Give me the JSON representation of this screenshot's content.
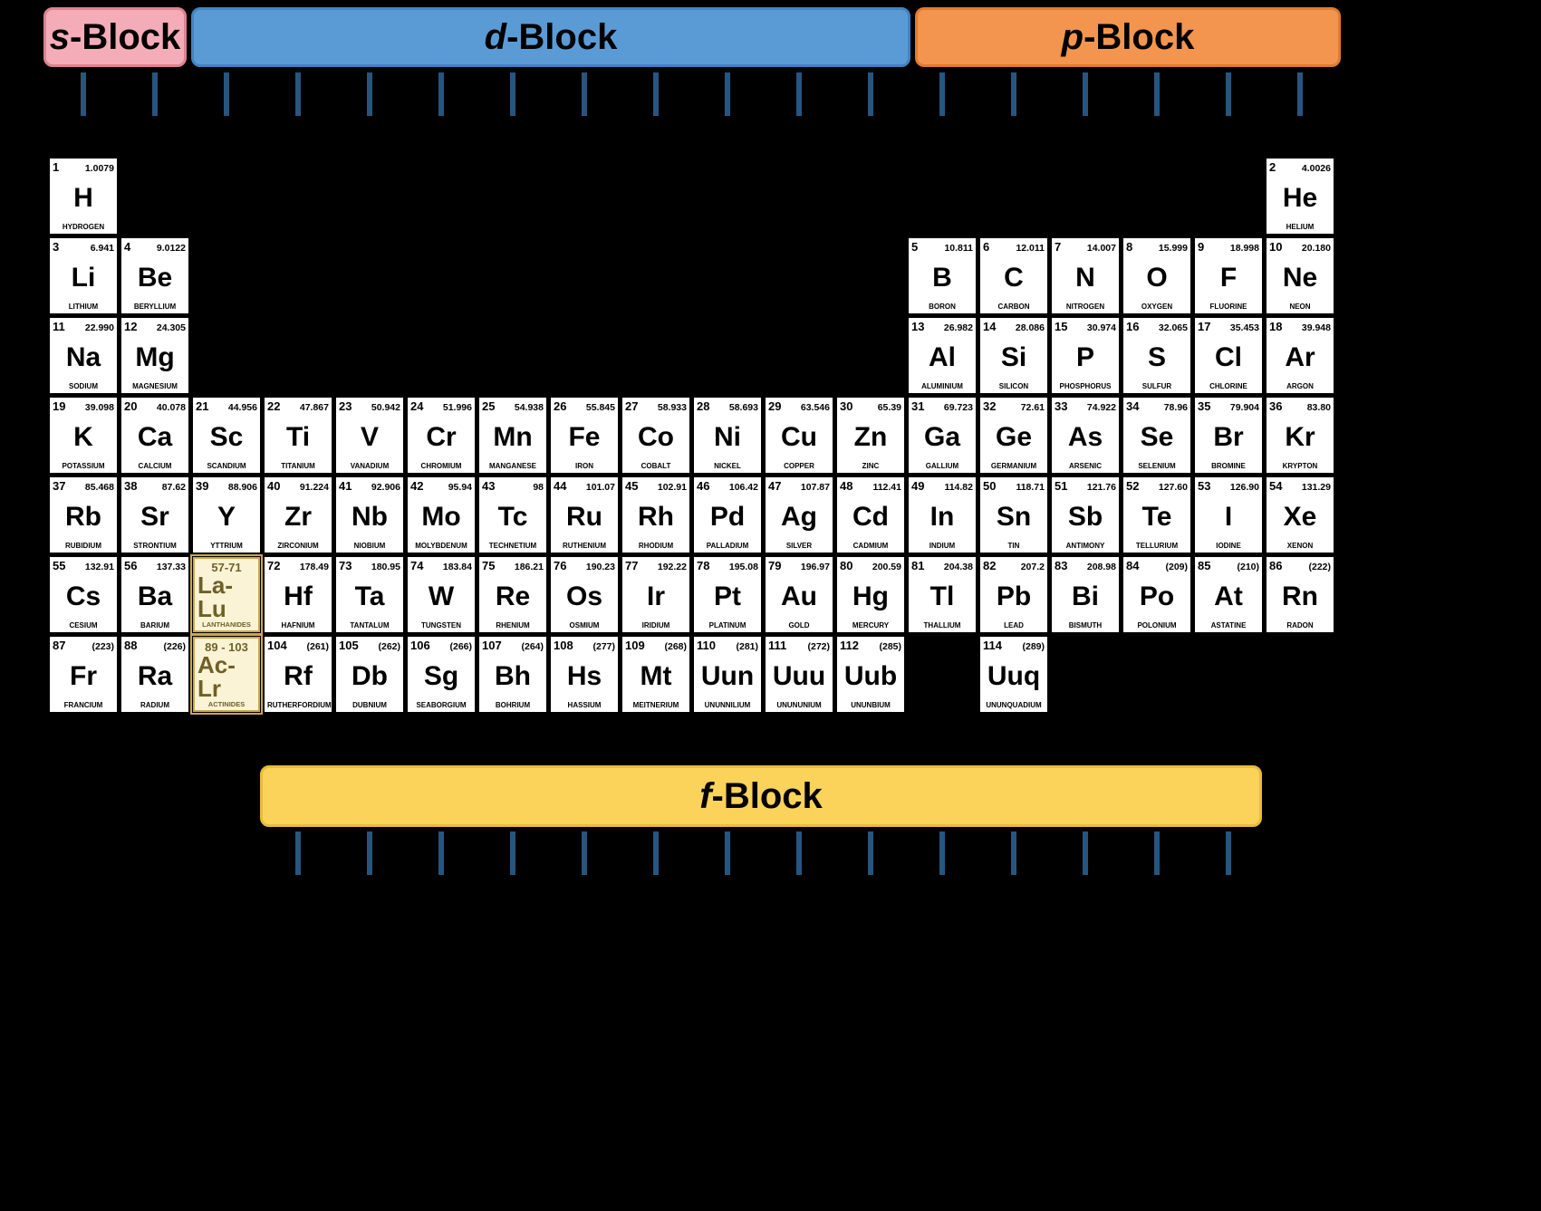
{
  "blocks": {
    "s": {
      "letter": "s",
      "suffix": "-Block"
    },
    "d": {
      "letter": "d",
      "suffix": "-Block"
    },
    "p": {
      "letter": "p",
      "suffix": "-Block"
    },
    "f": {
      "letter": "f",
      "suffix": "-Block"
    }
  },
  "ticks": {
    "top_count": 18,
    "f_block_count": 14
  },
  "colors": {
    "page_bg": "#000000",
    "s_fill": "#f4adb8",
    "s_border": "#dd8391",
    "d_fill": "#5b9bd5",
    "d_border": "#4284c0",
    "p_fill": "#f3954f",
    "p_border": "#e07c2e",
    "f_fill": "#fbd35b",
    "f_border": "#e9bd3a",
    "tick": "#26567f",
    "cell_bg": "#ffffff",
    "special_bg": "#fbf3d5",
    "special_border": "#cfa64c",
    "special_text": "#6f6126"
  },
  "special_cells": [
    {
      "range": "57-71",
      "sym": "La-Lu",
      "name": "LANTHANIDES",
      "period": 6,
      "group": 3
    },
    {
      "range": "89 - 103",
      "sym": "Ac-Lr",
      "name": "ACTINIDES",
      "period": 7,
      "group": 3
    }
  ],
  "elements": [
    {
      "n": "1",
      "mass": "1.0079",
      "sym": "H",
      "name": "HYDROGEN",
      "period": 1,
      "group": 1
    },
    {
      "n": "2",
      "mass": "4.0026",
      "sym": "He",
      "name": "HELIUM",
      "period": 1,
      "group": 18
    },
    {
      "n": "3",
      "mass": "6.941",
      "sym": "Li",
      "name": "LITHIUM",
      "period": 2,
      "group": 1
    },
    {
      "n": "4",
      "mass": "9.0122",
      "sym": "Be",
      "name": "BERYLLIUM",
      "period": 2,
      "group": 2
    },
    {
      "n": "5",
      "mass": "10.811",
      "sym": "B",
      "name": "BORON",
      "period": 2,
      "group": 13
    },
    {
      "n": "6",
      "mass": "12.011",
      "sym": "C",
      "name": "CARBON",
      "period": 2,
      "group": 14
    },
    {
      "n": "7",
      "mass": "14.007",
      "sym": "N",
      "name": "NITROGEN",
      "period": 2,
      "group": 15
    },
    {
      "n": "8",
      "mass": "15.999",
      "sym": "O",
      "name": "OXYGEN",
      "period": 2,
      "group": 16
    },
    {
      "n": "9",
      "mass": "18.998",
      "sym": "F",
      "name": "FLUORINE",
      "period": 2,
      "group": 17
    },
    {
      "n": "10",
      "mass": "20.180",
      "sym": "Ne",
      "name": "NEON",
      "period": 2,
      "group": 18
    },
    {
      "n": "11",
      "mass": "22.990",
      "sym": "Na",
      "name": "SODIUM",
      "period": 3,
      "group": 1
    },
    {
      "n": "12",
      "mass": "24.305",
      "sym": "Mg",
      "name": "MAGNESIUM",
      "period": 3,
      "group": 2
    },
    {
      "n": "13",
      "mass": "26.982",
      "sym": "Al",
      "name": "ALUMINIUM",
      "period": 3,
      "group": 13
    },
    {
      "n": "14",
      "mass": "28.086",
      "sym": "Si",
      "name": "SILICON",
      "period": 3,
      "group": 14
    },
    {
      "n": "15",
      "mass": "30.974",
      "sym": "P",
      "name": "PHOSPHORUS",
      "period": 3,
      "group": 15
    },
    {
      "n": "16",
      "mass": "32.065",
      "sym": "S",
      "name": "SULFUR",
      "period": 3,
      "group": 16
    },
    {
      "n": "17",
      "mass": "35.453",
      "sym": "Cl",
      "name": "CHLORINE",
      "period": 3,
      "group": 17
    },
    {
      "n": "18",
      "mass": "39.948",
      "sym": "Ar",
      "name": "ARGON",
      "period": 3,
      "group": 18
    },
    {
      "n": "19",
      "mass": "39.098",
      "sym": "K",
      "name": "POTASSIUM",
      "period": 4,
      "group": 1
    },
    {
      "n": "20",
      "mass": "40.078",
      "sym": "Ca",
      "name": "CALCIUM",
      "period": 4,
      "group": 2
    },
    {
      "n": "21",
      "mass": "44.956",
      "sym": "Sc",
      "name": "SCANDIUM",
      "period": 4,
      "group": 3
    },
    {
      "n": "22",
      "mass": "47.867",
      "sym": "Ti",
      "name": "TITANIUM",
      "period": 4,
      "group": 4
    },
    {
      "n": "23",
      "mass": "50.942",
      "sym": "V",
      "name": "VANADIUM",
      "period": 4,
      "group": 5
    },
    {
      "n": "24",
      "mass": "51.996",
      "sym": "Cr",
      "name": "CHROMIUM",
      "period": 4,
      "group": 6
    },
    {
      "n": "25",
      "mass": "54.938",
      "sym": "Mn",
      "name": "MANGANESE",
      "period": 4,
      "group": 7
    },
    {
      "n": "26",
      "mass": "55.845",
      "sym": "Fe",
      "name": "IRON",
      "period": 4,
      "group": 8
    },
    {
      "n": "27",
      "mass": "58.933",
      "sym": "Co",
      "name": "COBALT",
      "period": 4,
      "group": 9
    },
    {
      "n": "28",
      "mass": "58.693",
      "sym": "Ni",
      "name": "NICKEL",
      "period": 4,
      "group": 10
    },
    {
      "n": "29",
      "mass": "63.546",
      "sym": "Cu",
      "name": "COPPER",
      "period": 4,
      "group": 11
    },
    {
      "n": "30",
      "mass": "65.39",
      "sym": "Zn",
      "name": "ZINC",
      "period": 4,
      "group": 12
    },
    {
      "n": "31",
      "mass": "69.723",
      "sym": "Ga",
      "name": "GALLIUM",
      "period": 4,
      "group": 13
    },
    {
      "n": "32",
      "mass": "72.61",
      "sym": "Ge",
      "name": "GERMANIUM",
      "period": 4,
      "group": 14
    },
    {
      "n": "33",
      "mass": "74.922",
      "sym": "As",
      "name": "ARSENIC",
      "period": 4,
      "group": 15
    },
    {
      "n": "34",
      "mass": "78.96",
      "sym": "Se",
      "name": "SELENIUM",
      "period": 4,
      "group": 16
    },
    {
      "n": "35",
      "mass": "79.904",
      "sym": "Br",
      "name": "BROMINE",
      "period": 4,
      "group": 17
    },
    {
      "n": "36",
      "mass": "83.80",
      "sym": "Kr",
      "name": "KRYPTON",
      "period": 4,
      "group": 18
    },
    {
      "n": "37",
      "mass": "85.468",
      "sym": "Rb",
      "name": "RUBIDIUM",
      "period": 5,
      "group": 1
    },
    {
      "n": "38",
      "mass": "87.62",
      "sym": "Sr",
      "name": "STRONTIUM",
      "period": 5,
      "group": 2
    },
    {
      "n": "39",
      "mass": "88.906",
      "sym": "Y",
      "name": "YTTRIUM",
      "period": 5,
      "group": 3
    },
    {
      "n": "40",
      "mass": "91.224",
      "sym": "Zr",
      "name": "ZIRCONIUM",
      "period": 5,
      "group": 4
    },
    {
      "n": "41",
      "mass": "92.906",
      "sym": "Nb",
      "name": "NIOBIUM",
      "period": 5,
      "group": 5
    },
    {
      "n": "42",
      "mass": "95.94",
      "sym": "Mo",
      "name": "MOLYBDENUM",
      "period": 5,
      "group": 6
    },
    {
      "n": "43",
      "mass": "98",
      "sym": "Tc",
      "name": "TECHNETIUM",
      "period": 5,
      "group": 7
    },
    {
      "n": "44",
      "mass": "101.07",
      "sym": "Ru",
      "name": "RUTHENIUM",
      "period": 5,
      "group": 8
    },
    {
      "n": "45",
      "mass": "102.91",
      "sym": "Rh",
      "name": "RHODIUM",
      "period": 5,
      "group": 9
    },
    {
      "n": "46",
      "mass": "106.42",
      "sym": "Pd",
      "name": "PALLADIUM",
      "period": 5,
      "group": 10
    },
    {
      "n": "47",
      "mass": "107.87",
      "sym": "Ag",
      "name": "SILVER",
      "period": 5,
      "group": 11
    },
    {
      "n": "48",
      "mass": "112.41",
      "sym": "Cd",
      "name": "CADMIUM",
      "period": 5,
      "group": 12
    },
    {
      "n": "49",
      "mass": "114.82",
      "sym": "In",
      "name": "INDIUM",
      "period": 5,
      "group": 13
    },
    {
      "n": "50",
      "mass": "118.71",
      "sym": "Sn",
      "name": "TIN",
      "period": 5,
      "group": 14
    },
    {
      "n": "51",
      "mass": "121.76",
      "sym": "Sb",
      "name": "ANTIMONY",
      "period": 5,
      "group": 15
    },
    {
      "n": "52",
      "mass": "127.60",
      "sym": "Te",
      "name": "TELLURIUM",
      "period": 5,
      "group": 16
    },
    {
      "n": "53",
      "mass": "126.90",
      "sym": "I",
      "name": "IODINE",
      "period": 5,
      "group": 17
    },
    {
      "n": "54",
      "mass": "131.29",
      "sym": "Xe",
      "name": "XENON",
      "period": 5,
      "group": 18
    },
    {
      "n": "55",
      "mass": "132.91",
      "sym": "Cs",
      "name": "CESIUM",
      "period": 6,
      "group": 1
    },
    {
      "n": "56",
      "mass": "137.33",
      "sym": "Ba",
      "name": "BARIUM",
      "period": 6,
      "group": 2
    },
    {
      "n": "72",
      "mass": "178.49",
      "sym": "Hf",
      "name": "HAFNIUM",
      "period": 6,
      "group": 4
    },
    {
      "n": "73",
      "mass": "180.95",
      "sym": "Ta",
      "name": "TANTALUM",
      "period": 6,
      "group": 5
    },
    {
      "n": "74",
      "mass": "183.84",
      "sym": "W",
      "name": "TUNGSTEN",
      "period": 6,
      "group": 6
    },
    {
      "n": "75",
      "mass": "186.21",
      "sym": "Re",
      "name": "RHENIUM",
      "period": 6,
      "group": 7
    },
    {
      "n": "76",
      "mass": "190.23",
      "sym": "Os",
      "name": "OSMIUM",
      "period": 6,
      "group": 8
    },
    {
      "n": "77",
      "mass": "192.22",
      "sym": "Ir",
      "name": "IRIDIUM",
      "period": 6,
      "group": 9
    },
    {
      "n": "78",
      "mass": "195.08",
      "sym": "Pt",
      "name": "PLATINUM",
      "period": 6,
      "group": 10
    },
    {
      "n": "79",
      "mass": "196.97",
      "sym": "Au",
      "name": "GOLD",
      "period": 6,
      "group": 11
    },
    {
      "n": "80",
      "mass": "200.59",
      "sym": "Hg",
      "name": "MERCURY",
      "period": 6,
      "group": 12
    },
    {
      "n": "81",
      "mass": "204.38",
      "sym": "Tl",
      "name": "THALLIUM",
      "period": 6,
      "group": 13
    },
    {
      "n": "82",
      "mass": "207.2",
      "sym": "Pb",
      "name": "LEAD",
      "period": 6,
      "group": 14
    },
    {
      "n": "83",
      "mass": "208.98",
      "sym": "Bi",
      "name": "BISMUTH",
      "period": 6,
      "group": 15
    },
    {
      "n": "84",
      "mass": "(209)",
      "sym": "Po",
      "name": "POLONIUM",
      "period": 6,
      "group": 16
    },
    {
      "n": "85",
      "mass": "(210)",
      "sym": "At",
      "name": "ASTATINE",
      "period": 6,
      "group": 17
    },
    {
      "n": "86",
      "mass": "(222)",
      "sym": "Rn",
      "name": "RADON",
      "period": 6,
      "group": 18
    },
    {
      "n": "87",
      "mass": "(223)",
      "sym": "Fr",
      "name": "FRANCIUM",
      "period": 7,
      "group": 1
    },
    {
      "n": "88",
      "mass": "(226)",
      "sym": "Ra",
      "name": "RADIUM",
      "period": 7,
      "group": 2
    },
    {
      "n": "104",
      "mass": "(261)",
      "sym": "Rf",
      "name": "RUTHERFORDIUM",
      "period": 7,
      "group": 4
    },
    {
      "n": "105",
      "mass": "(262)",
      "sym": "Db",
      "name": "DUBNIUM",
      "period": 7,
      "group": 5
    },
    {
      "n": "106",
      "mass": "(266)",
      "sym": "Sg",
      "name": "SEABORGIUM",
      "period": 7,
      "group": 6
    },
    {
      "n": "107",
      "mass": "(264)",
      "sym": "Bh",
      "name": "BOHRIUM",
      "period": 7,
      "group": 7
    },
    {
      "n": "108",
      "mass": "(277)",
      "sym": "Hs",
      "name": "HASSIUM",
      "period": 7,
      "group": 8
    },
    {
      "n": "109",
      "mass": "(268)",
      "sym": "Mt",
      "name": "MEITNERIUM",
      "period": 7,
      "group": 9
    },
    {
      "n": "110",
      "mass": "(281)",
      "sym": "Uun",
      "name": "UNUNNILIUM",
      "period": 7,
      "group": 10
    },
    {
      "n": "111",
      "mass": "(272)",
      "sym": "Uuu",
      "name": "UNUNUNIUM",
      "period": 7,
      "group": 11
    },
    {
      "n": "112",
      "mass": "(285)",
      "sym": "Uub",
      "name": "UNUNBIUM",
      "period": 7,
      "group": 12
    },
    {
      "n": "114",
      "mass": "(289)",
      "sym": "Uuq",
      "name": "UNUNQUADIUM",
      "period": 7,
      "group": 14
    }
  ]
}
